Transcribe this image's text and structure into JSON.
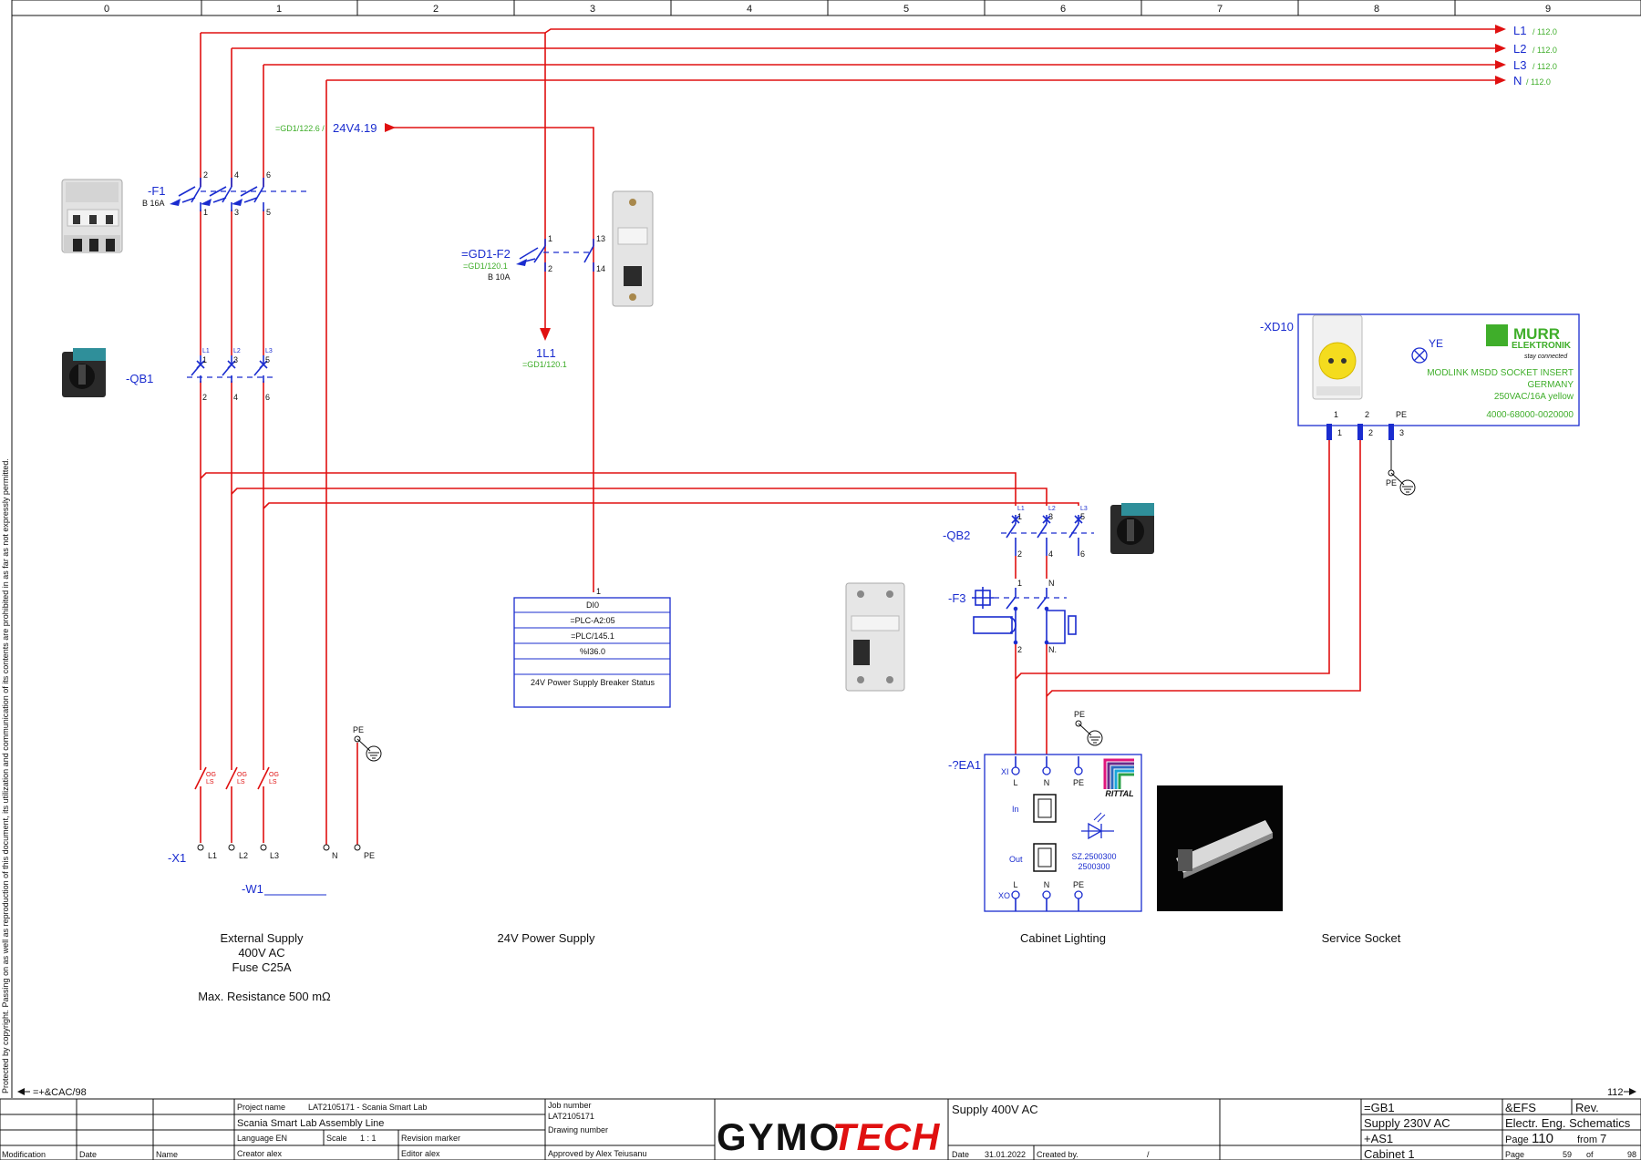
{
  "columns": [
    "0",
    "1",
    "2",
    "3",
    "4",
    "5",
    "6",
    "7",
    "8",
    "9"
  ],
  "side_note": "Protected by copyright. Passing on as well as reproduction of this document, its utilization and communication of its contents are prohibited in as far as not expressly permitted.",
  "outputs": [
    {
      "label": "L1",
      "ref": "/ 112.0"
    },
    {
      "label": "L2",
      "ref": "/ 112.0"
    },
    {
      "label": "L3",
      "ref": "/ 112.0"
    },
    {
      "label": "N",
      "ref": "/ 112.0"
    }
  ],
  "supply_ref": {
    "green": "=GD1/122.6 /",
    "label": "24V4.19"
  },
  "f1": {
    "name": "-F1",
    "rating": "B 16A",
    "top_pins": [
      "2",
      "4",
      "6"
    ],
    "bot_pins": [
      "1",
      "3",
      "5"
    ]
  },
  "qb1": {
    "name": "-QB1",
    "phase": [
      "L1",
      "L2",
      "L3"
    ],
    "top_pins": [
      "1",
      "3",
      "5"
    ],
    "bot_pins": [
      "2",
      "4",
      "6"
    ]
  },
  "gd1f2": {
    "name": "=GD1-F2",
    "ref": "=GD1/120.1",
    "rating": "B 10A",
    "pins": [
      "1",
      "2",
      "13",
      "14"
    ]
  },
  "l1_1": {
    "name": "1L1",
    "ref": "=GD1/120.1"
  },
  "plc": {
    "pin": "1",
    "rows": [
      "DI0",
      "=PLC-A2:05",
      "=PLC/145.1",
      "%I36.0",
      "",
      "24V Power Supply Breaker Status"
    ]
  },
  "og": [
    "OG",
    "LS"
  ],
  "x1": {
    "name": "-X1",
    "terms": [
      "L1",
      "L2",
      "L3",
      "N",
      "PE"
    ]
  },
  "w1": "-W1",
  "pe_label": "PE",
  "xd10": {
    "name": "-XD10",
    "ye": "YE",
    "brand": "MURR",
    "brand2": "ELEKTRONIK",
    "tagline": "stay connected",
    "desc": [
      "MODLINK MSDD SOCKET INSERT",
      "GERMANY",
      "250VAC/16A yellow",
      "4000-68000-0020000"
    ],
    "pins_top": [
      "1",
      "2",
      "PE"
    ],
    "pins_bot": [
      "1",
      "2",
      "3"
    ]
  },
  "qb2": {
    "name": "-QB2",
    "phase": [
      "L1",
      "L2",
      "L3"
    ],
    "top_pins": [
      "1",
      "3",
      "5"
    ],
    "bot_pins": [
      "2",
      "4",
      "6"
    ]
  },
  "f3": {
    "name": "-F3",
    "pins_top": [
      "1",
      "N"
    ],
    "pins_bot": [
      "2",
      "N."
    ]
  },
  "ea1": {
    "name": "-?EA1",
    "xi": "XI",
    "xo": "XO",
    "top": [
      "L",
      "N",
      "PE"
    ],
    "bot": [
      "L",
      "N",
      "PE"
    ],
    "in": "In",
    "out": "Out",
    "sz": [
      "SZ.2500300",
      "2500300"
    ],
    "brand": "RITTAL"
  },
  "sections": [
    {
      "lines": [
        "External Supply",
        "400V AC",
        "Fuse C25A",
        "",
        "Max. Resistance 500 mΩ"
      ]
    },
    {
      "lines": [
        "24V Power Supply"
      ]
    },
    {
      "lines": [
        "Cabinet Lighting"
      ]
    },
    {
      "lines": [
        "Service Socket"
      ]
    }
  ],
  "nav": {
    "prev": "=+&CAC/98",
    "next": "112"
  },
  "title_block": {
    "modification": "Modification",
    "date": "Date",
    "name": "Name",
    "project_name_label": "Project name",
    "project_name": "LAT2105171 - Scania Smart Lab",
    "project_desc": "Scania Smart Lab Assembly Line",
    "language": "Language  EN",
    "scale_label": "Scale",
    "scale": "1 : 1",
    "revision_marker": "Revision marker",
    "creator": "Creator  alex",
    "editor": "Editor  alex",
    "job_number_label": "Job number",
    "job_number": "LAT2105171",
    "drawing_number": "Drawing number",
    "approved": "Approved by Alex Teiusanu",
    "logo_a": "GYMO",
    "logo_b": "TECH",
    "title": "Supply 400V AC",
    "date_label": "Date",
    "date_value": "31.01.2022",
    "created_by": "Created by.",
    "slash": "/",
    "gb1": "=GB1",
    "efs": "&EFS",
    "rev": "Rev.",
    "supply": "Supply 230V AC",
    "schem": "Electr. Eng. Schematics",
    "as1": "+AS1",
    "page_label": "Page",
    "page": "110",
    "from_label": "from",
    "from": "7",
    "cabinet": "Cabinet 1",
    "page2_label": "Page",
    "page2": "59",
    "of_label": "of",
    "of": "98"
  }
}
